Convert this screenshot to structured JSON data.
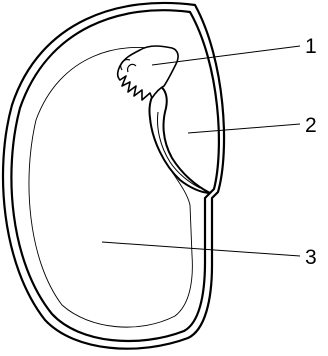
{
  "colors": {
    "line": "#000000",
    "background": "#ffffff"
  },
  "labels": [
    {
      "id": "1",
      "text": "1"
    },
    {
      "id": "2",
      "text": "2"
    },
    {
      "id": "3",
      "text": "3"
    }
  ]
}
